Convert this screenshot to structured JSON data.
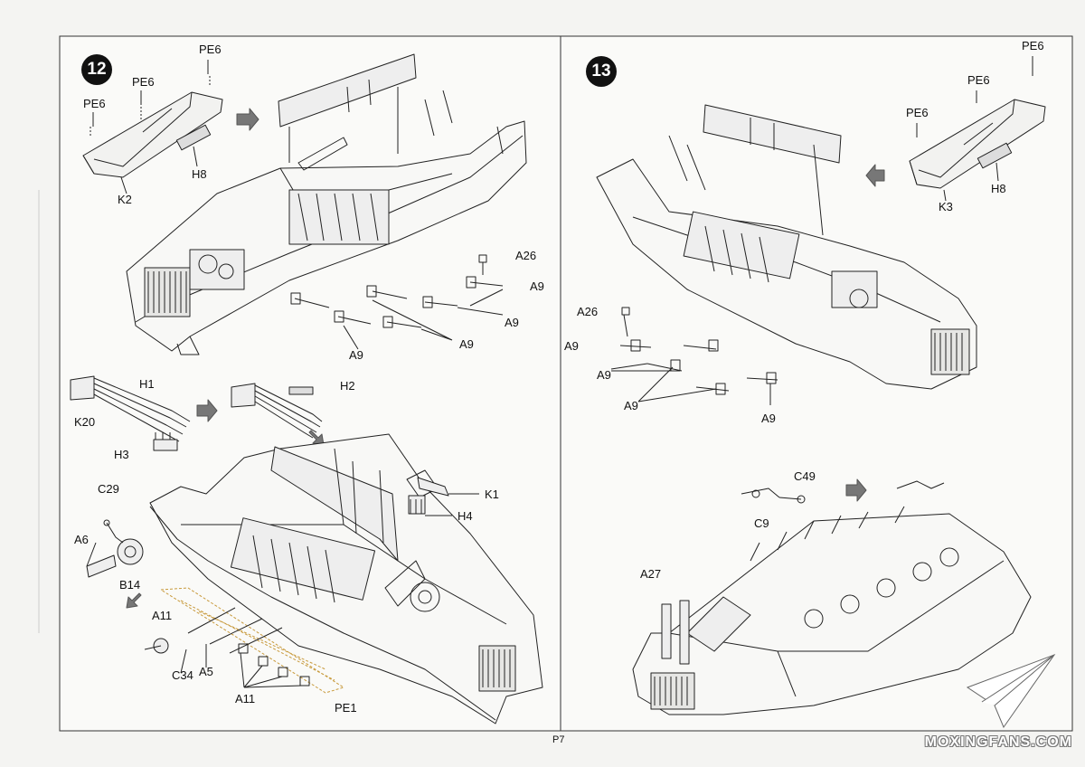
{
  "page_number": "P7",
  "watermark": "MOXINGFANS.COM",
  "steps": [
    {
      "number": "12",
      "labels": {
        "pe6_a": "PE6",
        "pe6_b": "PE6",
        "pe6_c": "PE6",
        "k2": "K2",
        "h8": "H8",
        "a26": "A26",
        "a9_a": "A9",
        "a9_b": "A9",
        "a9_c": "A9",
        "a9_d": "A9",
        "h1": "H1",
        "h2": "H2",
        "k20": "K20",
        "h3": "H3",
        "k1": "K1",
        "h4": "H4",
        "c29": "C29",
        "a6": "A6",
        "b14": "B14",
        "a11_a": "A11",
        "c34": "C34",
        "a5": "A5",
        "a11_b": "A11",
        "pe1": "PE1"
      }
    },
    {
      "number": "13",
      "labels": {
        "pe6_a": "PE6",
        "pe6_b": "PE6",
        "pe6_c": "PE6",
        "k3": "K3",
        "h8": "H8",
        "a26": "A26",
        "a9_a": "A9",
        "a9_b": "A9",
        "a9_c": "A9",
        "a9_d": "A9",
        "c49": "C49",
        "c9": "C9",
        "a27": "A27"
      }
    }
  ]
}
